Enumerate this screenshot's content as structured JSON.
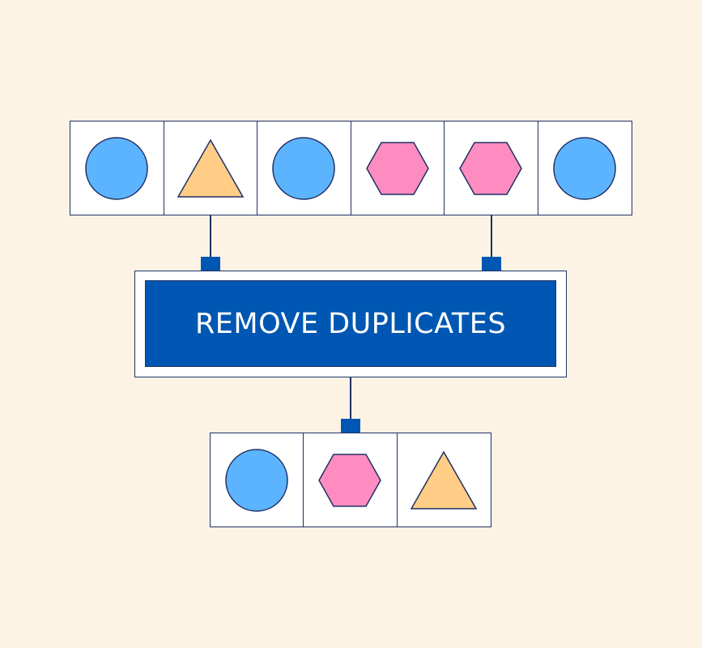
{
  "process": {
    "label": "REMOVE DUPLICATES"
  },
  "colors": {
    "background": "#fdf3e5",
    "outline": "#1f3064",
    "process_fill": "#0057b3",
    "circle": "#5cb4ff",
    "triangle": "#ffcd85",
    "hexagon": "#ff8cc1"
  },
  "input_shapes": [
    "circle",
    "triangle",
    "circle",
    "hexagon",
    "hexagon",
    "circle"
  ],
  "output_shapes": [
    "circle",
    "hexagon",
    "triangle"
  ]
}
